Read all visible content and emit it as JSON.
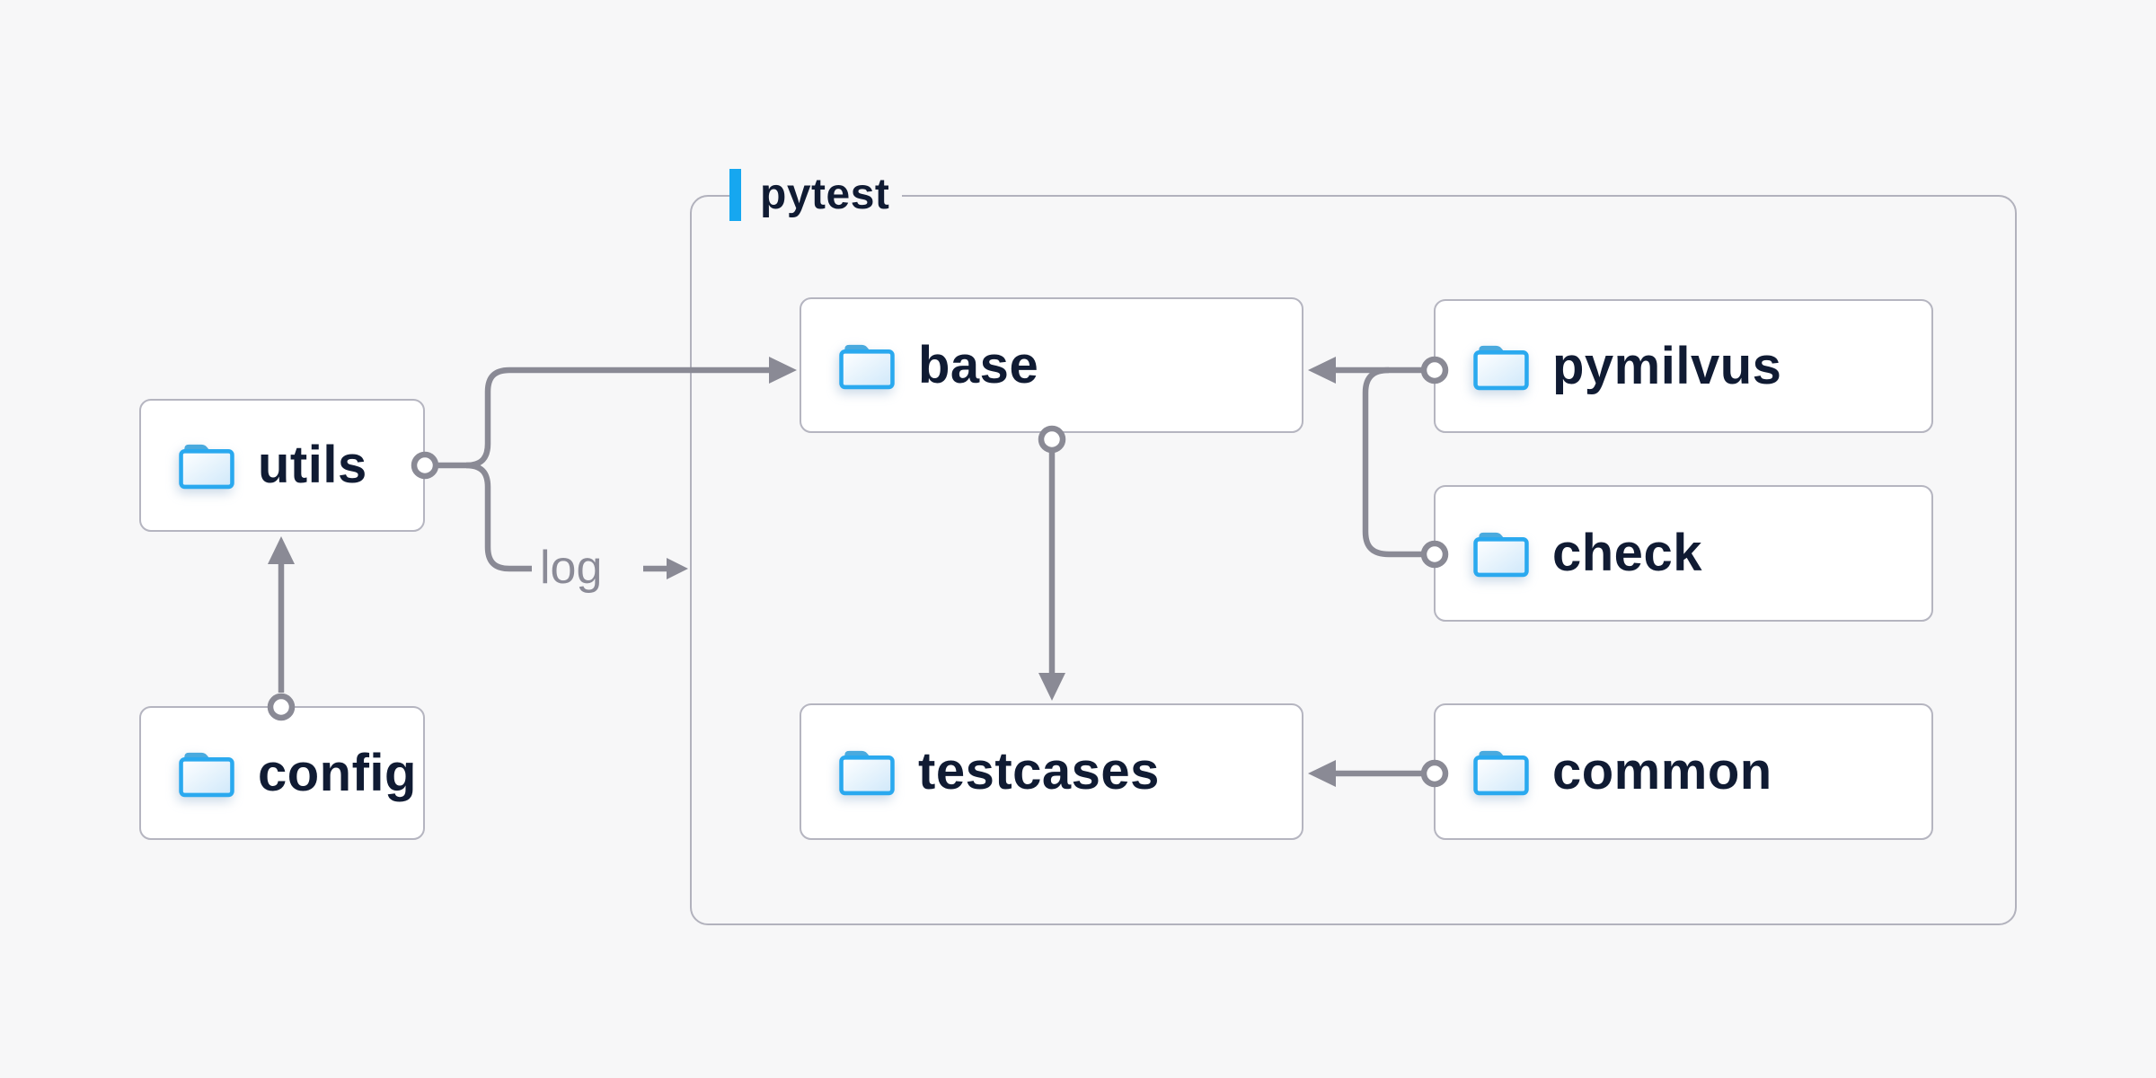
{
  "diagram": {
    "group": {
      "label": "pytest"
    },
    "log_label": "log",
    "nodes": [
      {
        "id": "utils",
        "label": "utils"
      },
      {
        "id": "config",
        "label": "config"
      },
      {
        "id": "base",
        "label": "base"
      },
      {
        "id": "pymilvus",
        "label": "pymilvus"
      },
      {
        "id": "check",
        "label": "check"
      },
      {
        "id": "testcases",
        "label": "testcases"
      },
      {
        "id": "common",
        "label": "common"
      }
    ],
    "edges": [
      {
        "from": "config",
        "to": "utils"
      },
      {
        "from": "utils",
        "to": "base"
      },
      {
        "from": "utils",
        "to": "log"
      },
      {
        "from": "pymilvus",
        "to": "base"
      },
      {
        "from": "check",
        "to": "base"
      },
      {
        "from": "base",
        "to": "testcases"
      },
      {
        "from": "common",
        "to": "testcases"
      }
    ],
    "colors": {
      "background": "#f7f7f8",
      "node_background": "#ffffff",
      "node_border": "#b5b5c0",
      "group_border": "#b2b2bd",
      "wire_gray": "#8a8a95",
      "text_navy": "#101b33",
      "accent_blue": "#16a7f0",
      "folder_blue": "#2aa9ef"
    }
  }
}
